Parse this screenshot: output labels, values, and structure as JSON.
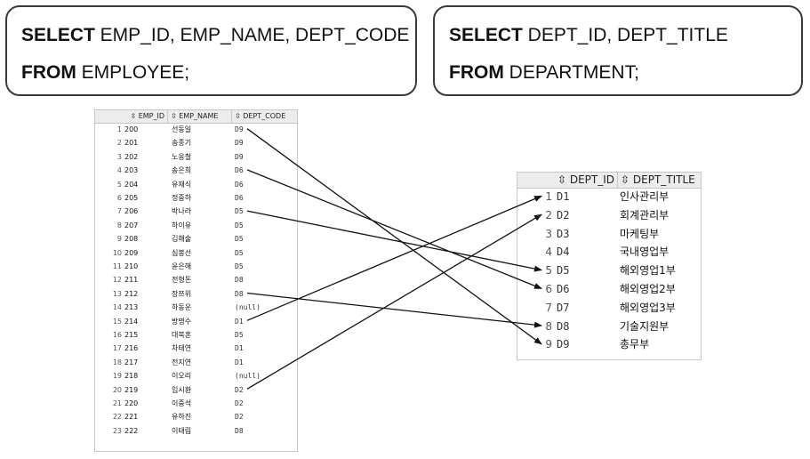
{
  "query_left": {
    "kw1": "SELECT",
    "rest1": " EMP_ID, EMP_NAME, DEPT_CODE",
    "kw2": "FROM",
    "rest2": " EMPLOYEE;"
  },
  "query_right": {
    "kw1": "SELECT",
    "rest1": " DEPT_ID, DEPT_TITLE",
    "kw2": "FROM",
    "rest2": " DEPARTMENT;"
  },
  "sort_icon": "sort-icon",
  "employee_table": {
    "columns": [
      "EMP_ID",
      "EMP_NAME",
      "DEPT_CODE"
    ],
    "rows": [
      [
        "1",
        "200",
        "선동일",
        "D9"
      ],
      [
        "2",
        "201",
        "송종기",
        "D9"
      ],
      [
        "3",
        "202",
        "노옹철",
        "D9"
      ],
      [
        "4",
        "203",
        "송은희",
        "D6"
      ],
      [
        "5",
        "204",
        "유재식",
        "D6"
      ],
      [
        "6",
        "205",
        "정중하",
        "D6"
      ],
      [
        "7",
        "206",
        "박나라",
        "D5"
      ],
      [
        "8",
        "207",
        "하이유",
        "D5"
      ],
      [
        "9",
        "208",
        "김해술",
        "D5"
      ],
      [
        "10",
        "209",
        "심봉선",
        "D5"
      ],
      [
        "11",
        "210",
        "윤은해",
        "D5"
      ],
      [
        "12",
        "211",
        "전형돈",
        "D8"
      ],
      [
        "13",
        "212",
        "장쯔위",
        "D8"
      ],
      [
        "14",
        "213",
        "하동운",
        "(null)"
      ],
      [
        "15",
        "214",
        "방명수",
        "D1"
      ],
      [
        "16",
        "215",
        "대북혼",
        "D5"
      ],
      [
        "17",
        "216",
        "차태연",
        "D1"
      ],
      [
        "18",
        "217",
        "전지연",
        "D1"
      ],
      [
        "19",
        "218",
        "이오리",
        "(null)"
      ],
      [
        "20",
        "219",
        "임시환",
        "D2"
      ],
      [
        "21",
        "220",
        "이중석",
        "D2"
      ],
      [
        "22",
        "221",
        "유하진",
        "D2"
      ],
      [
        "23",
        "222",
        "이태림",
        "D8"
      ]
    ]
  },
  "department_table": {
    "columns": [
      "DEPT_ID",
      "DEPT_TITLE"
    ],
    "rows": [
      [
        "1",
        "D1",
        "인사관리부"
      ],
      [
        "2",
        "D2",
        "회계관리부"
      ],
      [
        "3",
        "D3",
        "마케팅부"
      ],
      [
        "4",
        "D4",
        "국내영업부"
      ],
      [
        "5",
        "D5",
        "해외영업1부"
      ],
      [
        "6",
        "D6",
        "해외영업2부"
      ],
      [
        "7",
        "D7",
        "해외영업3부"
      ],
      [
        "8",
        "D8",
        "기술지원부"
      ],
      [
        "9",
        "D9",
        "총무부"
      ]
    ]
  },
  "connections": [
    {
      "from_row": 1,
      "to_row": 9
    },
    {
      "from_row": 4,
      "to_row": 6
    },
    {
      "from_row": 7,
      "to_row": 5
    },
    {
      "from_row": 13,
      "to_row": 8
    },
    {
      "from_row": 15,
      "to_row": 1
    },
    {
      "from_row": 20,
      "to_row": 2
    }
  ]
}
